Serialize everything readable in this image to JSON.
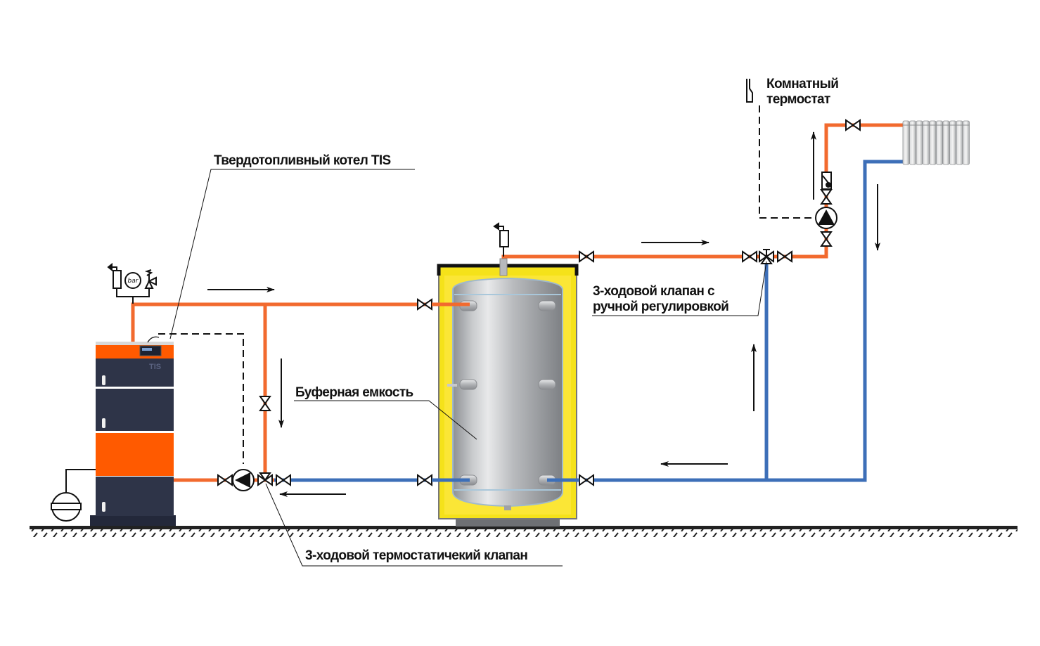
{
  "diagram": {
    "title": "Схема подключения твердотопливного котла с буферной емкостью",
    "labels": {
      "boiler": "Твердотопливный котел TIS",
      "buffer_tank": "Буферная емкость",
      "thermostatic_valve": "3-ходовой термостатичекий клапан",
      "manual_valve_line1": "3-ходовой клапан с",
      "manual_valve_line2": "ручной регулировкой",
      "room_thermostat_line1": "Комнатный",
      "room_thermostat_line2": "термостат"
    },
    "boiler_brand": "TIS",
    "gauge_unit": "bar",
    "colors": {
      "supply_pipe": "#f26a2e",
      "return_pipe": "#3d6fb8",
      "boiler_orange": "#ff5a00",
      "boiler_body": "#2e3448",
      "insulation": "#f5e21a",
      "tank_steel": "#b5b7ba",
      "ground": "#222222"
    },
    "components": [
      {
        "id": "boiler",
        "name": "Твердотопливный котел TIS"
      },
      {
        "id": "safety-group",
        "name": "Группа безопасности (воздухоотводчик, манометр, предохранительный клапан)"
      },
      {
        "id": "expansion-tank",
        "name": "Расширительный бак"
      },
      {
        "id": "boiler-pump",
        "name": "Циркуляционный насос котлового контура"
      },
      {
        "id": "thermostatic-valve",
        "name": "3-ходовой термостатичекий клапан"
      },
      {
        "id": "buffer-tank",
        "name": "Буферная емкость"
      },
      {
        "id": "manual-valve",
        "name": "3-ходовой клапан с ручной регулировкой"
      },
      {
        "id": "heating-pump",
        "name": "Циркуляционный насос отопления"
      },
      {
        "id": "check-valve",
        "name": "Обратный клапан"
      },
      {
        "id": "room-thermostat",
        "name": "Комнатный термостат"
      },
      {
        "id": "radiator",
        "name": "Радиатор"
      }
    ],
    "flow_arrows": [
      {
        "id": "boiler-supply",
        "direction": "right"
      },
      {
        "id": "bypass",
        "direction": "down"
      },
      {
        "id": "boiler-return",
        "direction": "left"
      },
      {
        "id": "tank-supply",
        "direction": "right"
      },
      {
        "id": "heating-supply",
        "direction": "up"
      },
      {
        "id": "heating-return-riser",
        "direction": "up"
      },
      {
        "id": "radiator-return",
        "direction": "down"
      },
      {
        "id": "tank-return",
        "direction": "left"
      }
    ]
  }
}
